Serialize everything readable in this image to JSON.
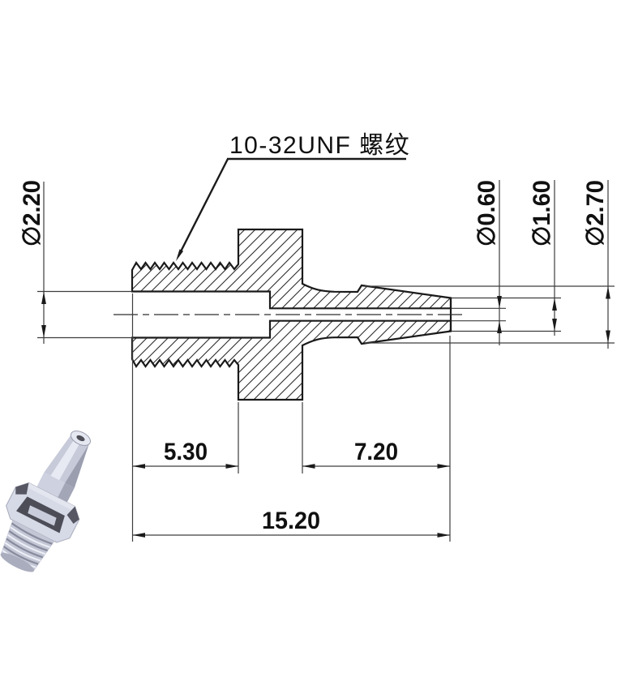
{
  "drawing": {
    "thread_label": "10-32UNF 螺纹",
    "dimensions": {
      "left_bore_diameter": "∅2.20",
      "tip_bore_diameter": "∅0.60",
      "tip_outer_diameter": "∅1.60",
      "barb_outer_diameter": "∅2.70",
      "thread_section_length": "5.30",
      "barb_section_length": "7.20",
      "overall_length": "15.20"
    },
    "colors": {
      "background": "#ffffff",
      "outline": "#1a1a1a",
      "dimension_lines": "#3d3d3d",
      "model_body": "#d3d6e3",
      "model_shadow": "#9497a8",
      "model_cutout": "#4c4d57"
    }
  }
}
